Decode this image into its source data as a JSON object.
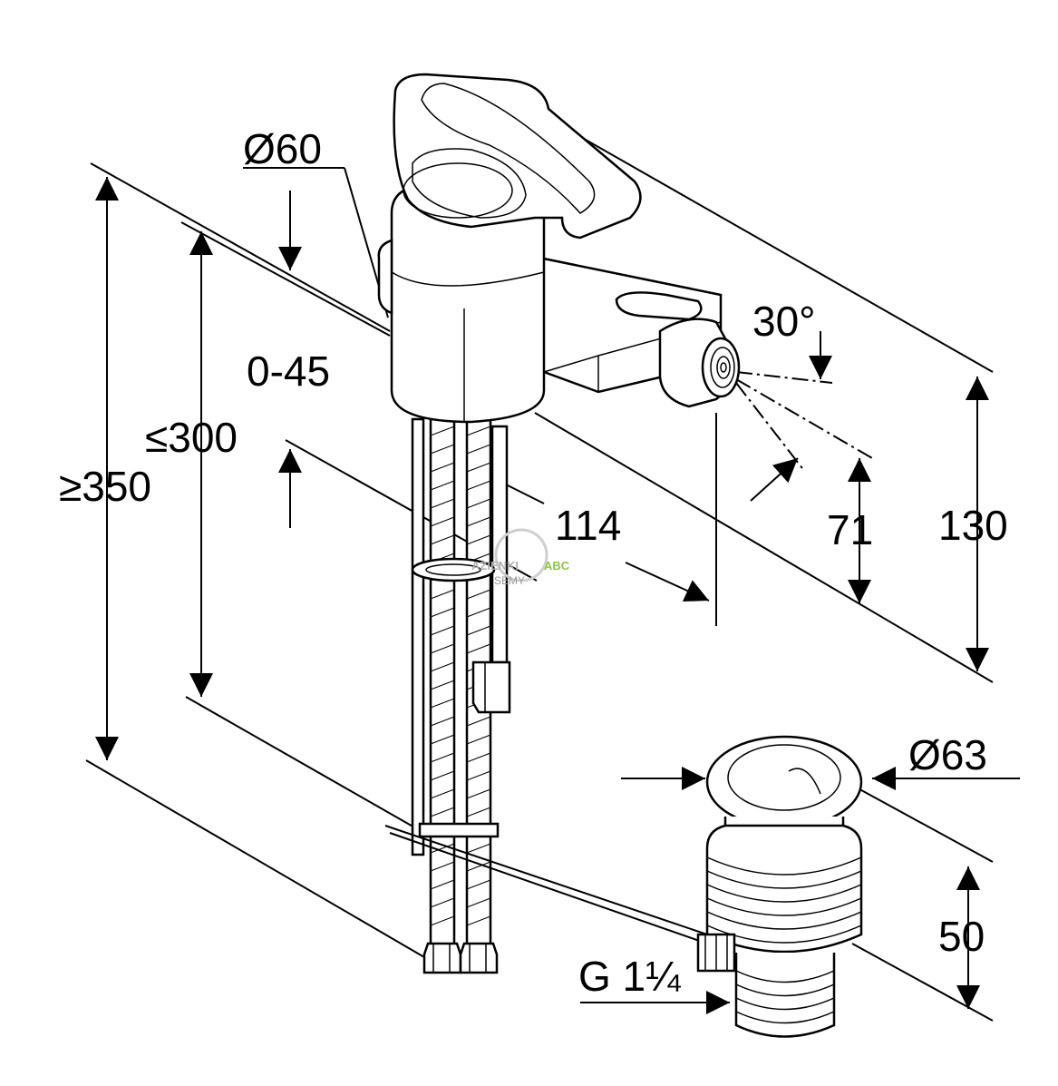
{
  "dimensions": {
    "d60": "Ø60",
    "range_0_45": "0-45",
    "le300": "≤300",
    "ge350": "≥350",
    "d114": "114",
    "angle30": "30°",
    "d71": "71",
    "d130": "130",
    "d63": "Ø63",
    "d50": "50",
    "thread": "G 1¼"
  },
  "watermark": {
    "brand_part1": "AZIENKI",
    "brand_part2": "ABC",
    "tagline": "SEMY"
  },
  "colors": {
    "line": "#000000",
    "background": "#ffffff",
    "watermark_green": "#8dc63f",
    "watermark_gray": "#9a9a9a"
  }
}
